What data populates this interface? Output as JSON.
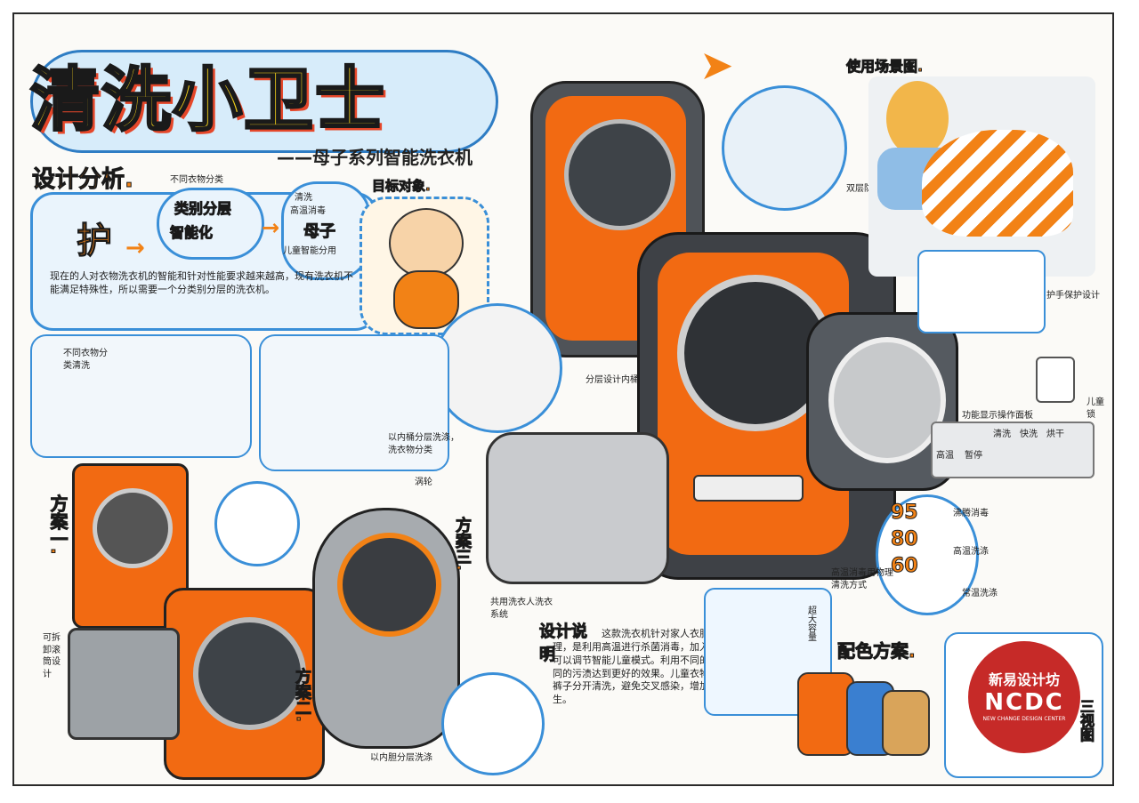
{
  "header": {
    "title": "清洗小卫士",
    "subtitle": "——母子系列智能洗衣机"
  },
  "sections": {
    "design_analysis": "设计分析.",
    "target_user": "目标对象.",
    "usage_scene": "使用场景图.",
    "design_description": "设计说明",
    "color_scheme": "配色方案.",
    "three_views": "三视图"
  },
  "analysis_flow": {
    "protect": "护",
    "category": "类别分层",
    "smart": "智能化",
    "mother_child": "母子",
    "note_top": "不同衣物分类",
    "note_mid": "清洗",
    "note_bottom": "高温消毒",
    "note_right": "儿童智能分用"
  },
  "analysis_text": "现在的人对衣物洗衣机的智能和针对性能要求越来越高，现有洗衣机不能满足特殊性，所以需要一个分类别分层的洗衣机。",
  "options": {
    "one": "方案一.",
    "two": "方案二.",
    "three": "方案三."
  },
  "annotations": {
    "a1": "不同衣物分类清洗",
    "a2": "以内桶分层洗涤，洗衣物分类",
    "a3": "涡轮",
    "a4": "可拆卸滚筒设计",
    "a5": "分层设计内桶",
    "a6": "高温消毒用物理清洗方式",
    "a7": "超大容量",
    "a8": "以内胆分层洗涤",
    "a9": "共用洗衣人洗衣系统",
    "a10": "儿童锁",
    "a11": "功能显示操作面板",
    "a12": "护手保护设计",
    "a13": "双层防水门"
  },
  "panel_buttons": [
    "高温",
    "暂停",
    "清洗",
    "快洗",
    "烘干"
  ],
  "temperatures": [
    "95",
    "80",
    "60"
  ],
  "temp_labels": [
    "沸腾消毒",
    "高温洗涤",
    "常温洗涤"
  ],
  "description_text": "这款洗衣机针对家人衣服衣物分层处理，是利用高温进行杀菌消毒，加入儿童光线，可以调节智能儿童模式。利用不同的温度清洗不同的污渍达到更好的效果。儿童衣物轻污，内衣裤子分开清洗，避免交叉感染，增加了洗衣的卫生。",
  "stamp": {
    "name": "新易设计坊",
    "logo": "NCDC",
    "english": "NEW CHANGE DESIGN CENTER"
  },
  "colors": {
    "orange": "#f28216",
    "blue": "#3a8fd8",
    "grey": "#5d6268",
    "red": "#c62a28",
    "yellow": "#f4d21a"
  }
}
